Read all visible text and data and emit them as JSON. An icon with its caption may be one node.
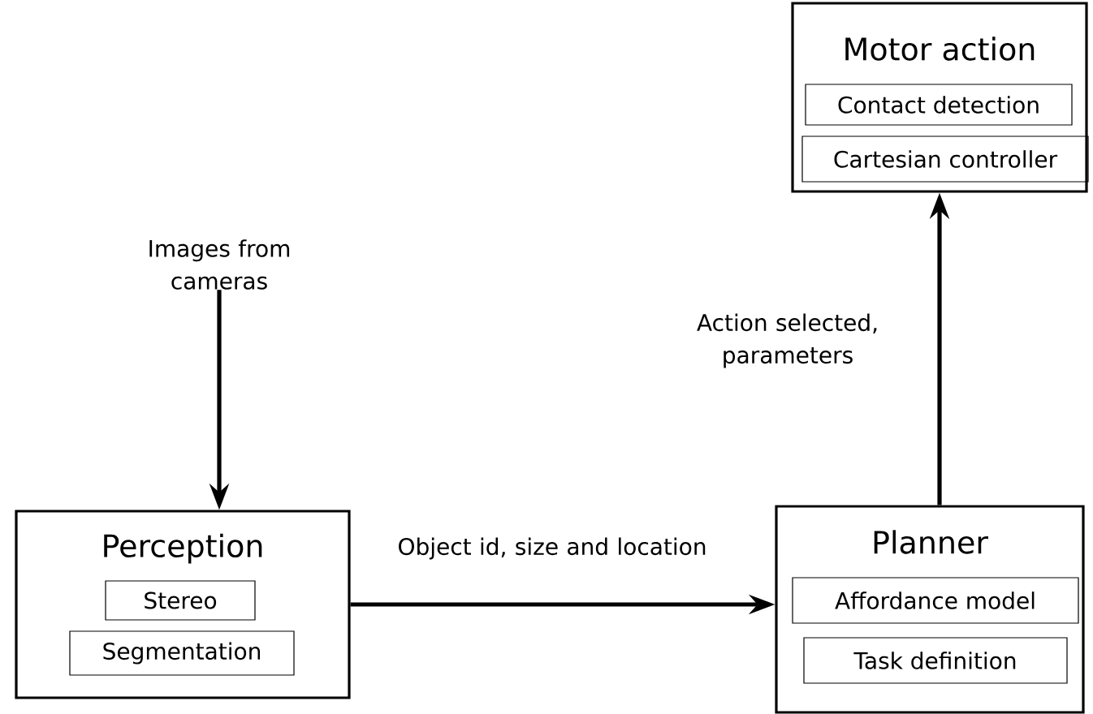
{
  "diagram": {
    "nodes": [
      {
        "text": [
          "Motor action"
        ]
      },
      {
        "text": [
          "Contact detection"
        ],
        "in": 0
      },
      {
        "text": [
          "Cartesian controller"
        ],
        "in": 0
      },
      {
        "text": [
          "Images from cameras"
        ]
      },
      {
        "text": [
          "Perception"
        ]
      },
      {
        "text": [
          "Stereo"
        ],
        "in": 4
      },
      {
        "text": [
          "Segmentation"
        ],
        "in": 4
      },
      {
        "text": [
          "Planner"
        ]
      },
      {
        "text": [
          "Affordance model"
        ],
        "in": 7
      },
      {
        "text": [
          "Task definition"
        ],
        "in": 7
      }
    ],
    "edges": [
      {
        "from": 3,
        "to": 4,
        "arrow": "to"
      },
      {
        "from": 4,
        "to": 7,
        "arrow": "to",
        "label": "Object id, size and location"
      },
      {
        "from": 7,
        "to": 0,
        "arrow": "to",
        "label": "Action selected, parameters"
      }
    ]
  }
}
